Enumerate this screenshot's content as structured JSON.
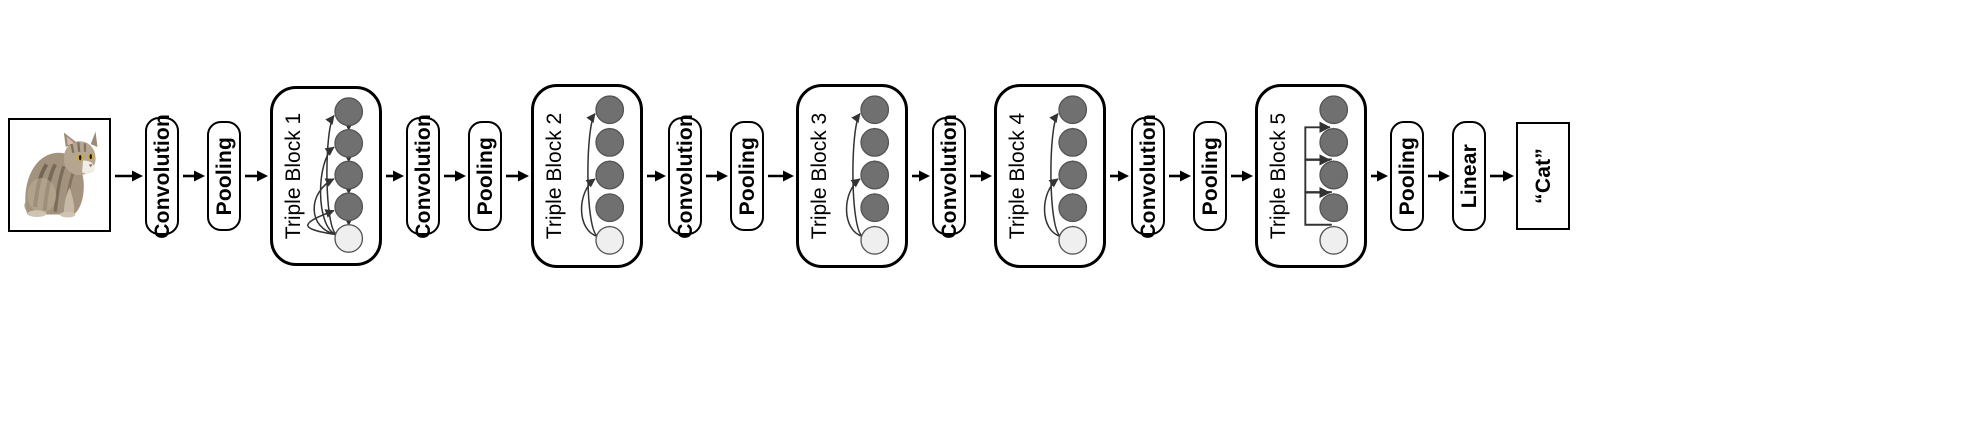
{
  "diagram": {
    "title": "CNN architecture pipeline with triple blocks",
    "background": "#ffffff",
    "node_dark_color": "#707070",
    "node_light_color": "#efefef",
    "stroke_color": "#000000"
  },
  "input": {
    "name": "input-image",
    "alt": "Tabby cat photograph",
    "label": ""
  },
  "output": {
    "label": "“Cat”"
  },
  "stages": [
    {
      "id": "conv1",
      "type": "layer",
      "label": "Convolution"
    },
    {
      "id": "pool1",
      "type": "layer",
      "label": "Pooling"
    },
    {
      "id": "block1",
      "type": "block",
      "label": "Triple Block 1"
    },
    {
      "id": "conv2",
      "type": "layer",
      "label": "Convolution"
    },
    {
      "id": "pool2",
      "type": "layer",
      "label": "Pooling"
    },
    {
      "id": "block2",
      "type": "block",
      "label": "Triple Block 2"
    },
    {
      "id": "conv3",
      "type": "layer",
      "label": "Convolution"
    },
    {
      "id": "pool3",
      "type": "layer",
      "label": "Pooling"
    },
    {
      "id": "block3",
      "type": "block",
      "label": "Triple Block 3"
    },
    {
      "id": "conv4",
      "type": "layer",
      "label": "Convolution"
    },
    {
      "id": "block4",
      "type": "block",
      "label": "Triple Block 4"
    },
    {
      "id": "conv5",
      "type": "layer",
      "label": "Convolution"
    },
    {
      "id": "pool4",
      "type": "layer",
      "label": "Pooling"
    },
    {
      "id": "block5",
      "type": "block",
      "label": "Triple Block 5"
    },
    {
      "id": "pool5",
      "type": "layer",
      "label": "Pooling"
    },
    {
      "id": "linear",
      "type": "layer",
      "label": "Linear"
    }
  ],
  "block_contents": {
    "block1": {
      "label": "Triple Block 1",
      "nodes": [
        "dark",
        "dark",
        "dark",
        "dark",
        "light"
      ],
      "skip_style": "curved",
      "skips": [
        [
          4,
          0
        ],
        [
          4,
          1
        ],
        [
          4,
          2
        ],
        [
          4,
          3
        ]
      ]
    },
    "block2": {
      "label": "Triple Block 2",
      "nodes": [
        "dark",
        "dark",
        "dark",
        "dark",
        "light"
      ],
      "skip_style": "curved",
      "skips": [
        [
          4,
          0
        ],
        [
          4,
          2
        ]
      ]
    },
    "block3": {
      "label": "Triple Block 3",
      "nodes": [
        "dark",
        "dark",
        "dark",
        "dark",
        "light"
      ],
      "skip_style": "curved",
      "skips": [
        [
          4,
          0
        ],
        [
          4,
          2
        ]
      ]
    },
    "block4": {
      "label": "Triple Block 4",
      "nodes": [
        "dark",
        "dark",
        "dark",
        "dark",
        "light"
      ],
      "skip_style": "curved",
      "skips": [
        [
          4,
          0
        ],
        [
          4,
          2
        ]
      ]
    },
    "block5": {
      "label": "Triple Block 5",
      "nodes": [
        "dark",
        "dark",
        "dark",
        "dark",
        "light"
      ],
      "skip_style": "bracket",
      "skips": [
        [
          4,
          2
        ],
        [
          3,
          1
        ],
        [
          2,
          0
        ]
      ]
    }
  }
}
